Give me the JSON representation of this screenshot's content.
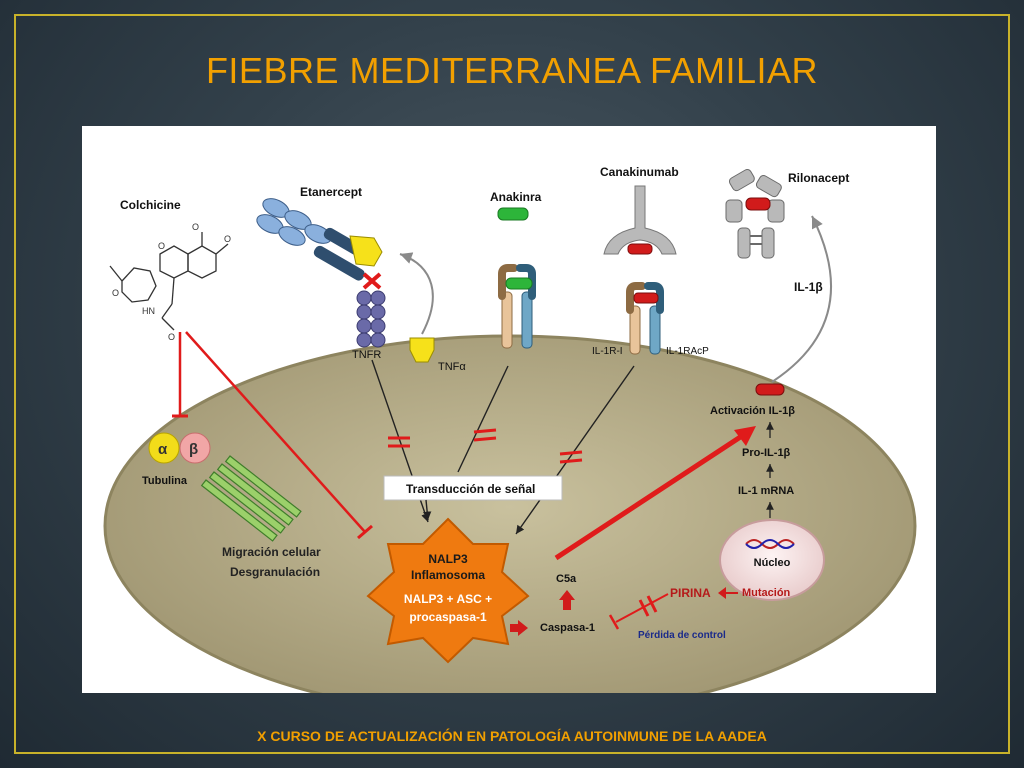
{
  "slide": {
    "title": "FIEBRE MEDITERRANEA FAMILIAR",
    "footer": "X CURSO DE ACTUALIZACIÓN EN PATOLOGÍA AUTOINMUNE DE LA AADEA"
  },
  "diagram": {
    "drugs": {
      "colchicine": "Colchicine",
      "etanercept": "Etanercept",
      "anakinra": "Anakinra",
      "canakinumab": "Canakinumab",
      "rilonacept": "Rilonacept"
    },
    "receptors": {
      "tnfr": "TNFR",
      "tnfa": "TNFα",
      "il1r1": "IL-1R-I",
      "il1racp": "IL-1RAcP"
    },
    "tubulin": {
      "alpha": "α",
      "beta": "β",
      "label": "Tubulina"
    },
    "effects": {
      "line1": "Migración celular",
      "line2": "Desgranulación"
    },
    "signal": "Transducción de señal",
    "inflammasome": {
      "line1": "NALP3",
      "line2": "Inflamosoma",
      "line3": "NALP3 + ASC +",
      "line4": "procaspasa-1"
    },
    "c5a": "C5a",
    "caspase": "Caspasa-1",
    "il1_chain": {
      "il1b_outside": "IL-1β",
      "activation": "Activación IL-1β",
      "pro": "Pro-IL-1β",
      "mrna": "IL-1 mRNA"
    },
    "nucleus": {
      "label": "Núcleo",
      "mutation": "Mutación"
    },
    "pirina": "PIRINA",
    "loss_of_control": "Pérdida de control",
    "colors": {
      "title": "#f2a000",
      "cell": "#b7ad86",
      "inflammasome": "#ef7a10",
      "inhibition": "#e01b1b",
      "tnfr": "#6a6aa8",
      "anakinra": "#2db53a"
    }
  }
}
